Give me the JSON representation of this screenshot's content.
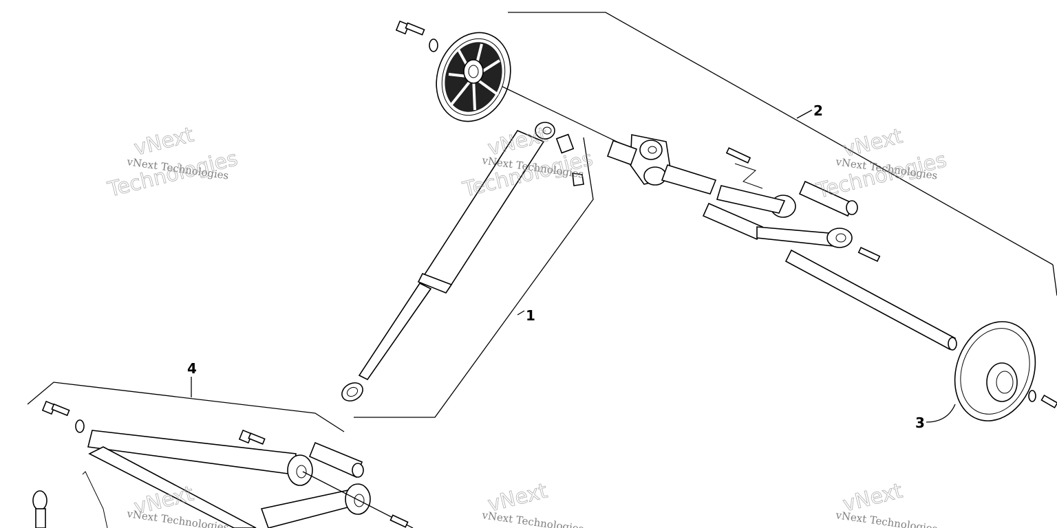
{
  "callouts": {
    "c1": "1",
    "c2": "2",
    "c3": "3",
    "c4": "4"
  },
  "watermark": {
    "line1": "vNext Technologies",
    "word_a": "vNext",
    "word_b": "Technologies"
  }
}
